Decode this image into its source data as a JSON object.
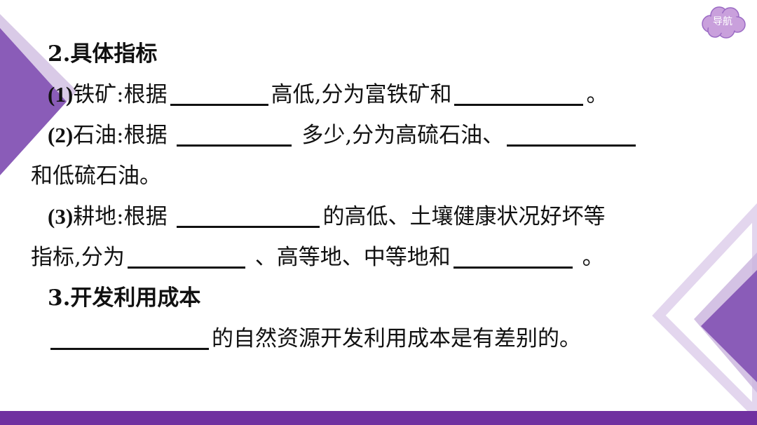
{
  "nav": {
    "label": "导航"
  },
  "content": {
    "h2": "2.具体指标",
    "iron": {
      "num": "(1)",
      "pre": "铁矿:根据",
      "mid": "高低,分为富铁矿和",
      "end": "。"
    },
    "oil": {
      "num": "(2)",
      "pre": "石油:根据",
      "mid": "多少,分为高硫石油、",
      "cont": "和低硫石油。"
    },
    "land": {
      "num": "(3)",
      "pre": "耕地:根据",
      "mid": "的高低、土壤健康状况好坏等",
      "cont_pre": "指标,分为",
      "cont_mid": "、高等地、中等地和",
      "end": "。"
    },
    "h3": "3.开发利用成本",
    "cost": {
      "text": "的自然资源开发利用成本是有差别的。"
    }
  },
  "colors": {
    "accent": "#7030a0",
    "light_accent": "#c9b3dd",
    "nav_cloud": "#c9a0dc"
  }
}
